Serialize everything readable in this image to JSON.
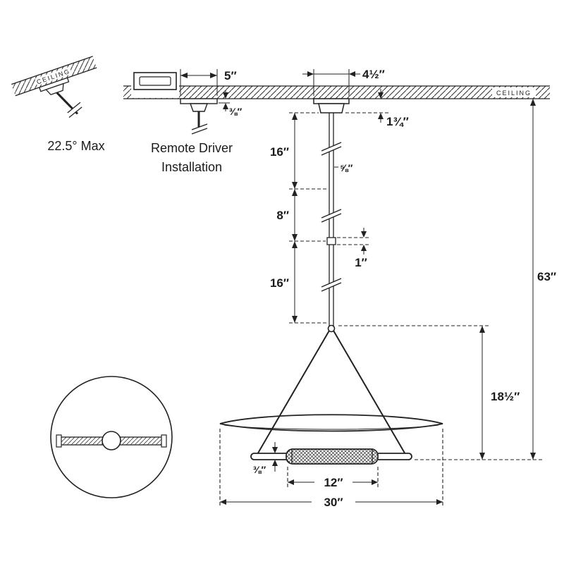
{
  "colors": {
    "ink": "#222222",
    "background": "#ffffff"
  },
  "labels": {
    "angle_max": "22.5° Max",
    "remote_driver_1": "Remote Driver",
    "remote_driver_2": "Installation",
    "ceiling_left": "CEILING",
    "ceiling_right": "CEILING"
  },
  "dimensions": {
    "driver_canopy_width": "5″",
    "driver_canopy_thickness": "⅜″",
    "canopy_width": "4½″",
    "canopy_height": "1¾″",
    "stem_upper": "16″",
    "stem_diameter": "⅝″",
    "stem_middle": "8″",
    "coupler": "1″",
    "stem_lower": "16″",
    "overall_height": "63″",
    "frame_drop": "18½″",
    "bar_thickness": "⅜″",
    "lamp_width": "12″",
    "shade_width": "30″"
  }
}
